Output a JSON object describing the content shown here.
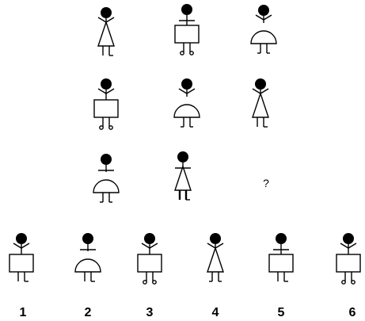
{
  "puzzle": {
    "matrix": [
      [
        {
          "body": "triangle",
          "arms": "diagonal",
          "feet": "flat-right"
        },
        {
          "body": "rectangle",
          "arms": "horizontal",
          "feet": "loops"
        },
        {
          "body": "semicircle",
          "arms": "diagonal",
          "feet": "flat-both"
        }
      ],
      [
        {
          "body": "rectangle",
          "arms": "diagonal",
          "feet": "loops"
        },
        {
          "body": "semicircle",
          "arms": "diagonal",
          "feet": "flat-both"
        },
        {
          "body": "triangle",
          "arms": "diagonal",
          "feet": "flat-right"
        }
      ],
      [
        {
          "body": "semicircle",
          "arms": "horizontal",
          "feet": "flat-both"
        },
        {
          "body": "triangle",
          "arms": "horizontal",
          "feet": "flat-right-bold"
        },
        {
          "missing": true,
          "mark": "?"
        }
      ]
    ],
    "options": [
      {
        "label": "1",
        "body": "rectangle",
        "arms": "diagonal",
        "feet": "flat-right"
      },
      {
        "label": "2",
        "body": "semicircle",
        "arms": "horizontal",
        "feet": "flat-right"
      },
      {
        "label": "3",
        "body": "rectangle",
        "arms": "diagonal",
        "feet": "loops"
      },
      {
        "label": "4",
        "body": "triangle",
        "arms": "diagonal",
        "feet": "flat-both"
      },
      {
        "label": "5",
        "body": "rectangle",
        "arms": "horizontal",
        "feet": "flat-right"
      },
      {
        "label": "6",
        "body": "rectangle",
        "arms": "diagonal",
        "feet": "loops"
      }
    ]
  }
}
